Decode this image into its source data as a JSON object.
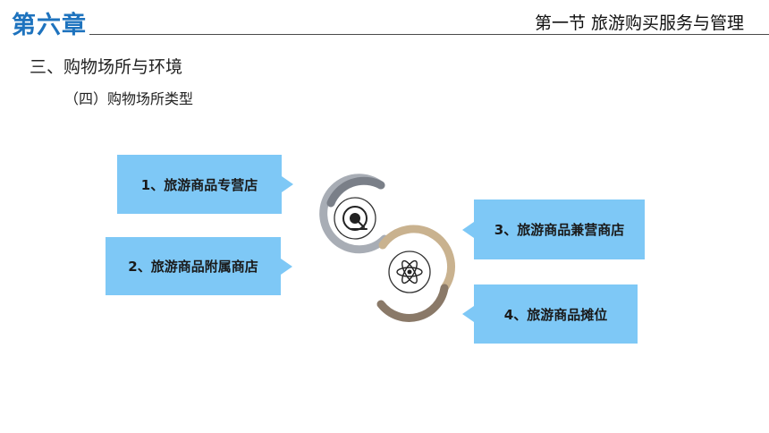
{
  "header": {
    "chapter": "第六章",
    "section": "第一节 旅游购买服务与管理"
  },
  "content": {
    "heading": "三、购物场所与环境",
    "subheading": "（四）购物场所类型"
  },
  "items": [
    {
      "label": "1、旅游商品专营店"
    },
    {
      "label": "2、旅游商品附属商店"
    },
    {
      "label": "3、旅游商品兼营商店"
    },
    {
      "label": "4、旅游商品摊位"
    }
  ],
  "icons": [
    "vinyl-record-icon",
    "atom-icon"
  ],
  "colors": {
    "chapter_title": "#1E73BE",
    "box_fill": "#7EC8F6",
    "ring_top": "#7A7F88",
    "ring_top_light": "#A8ADB5",
    "ring_bottom": "#C9B28F",
    "ring_bottom_dark": "#8A7968"
  }
}
